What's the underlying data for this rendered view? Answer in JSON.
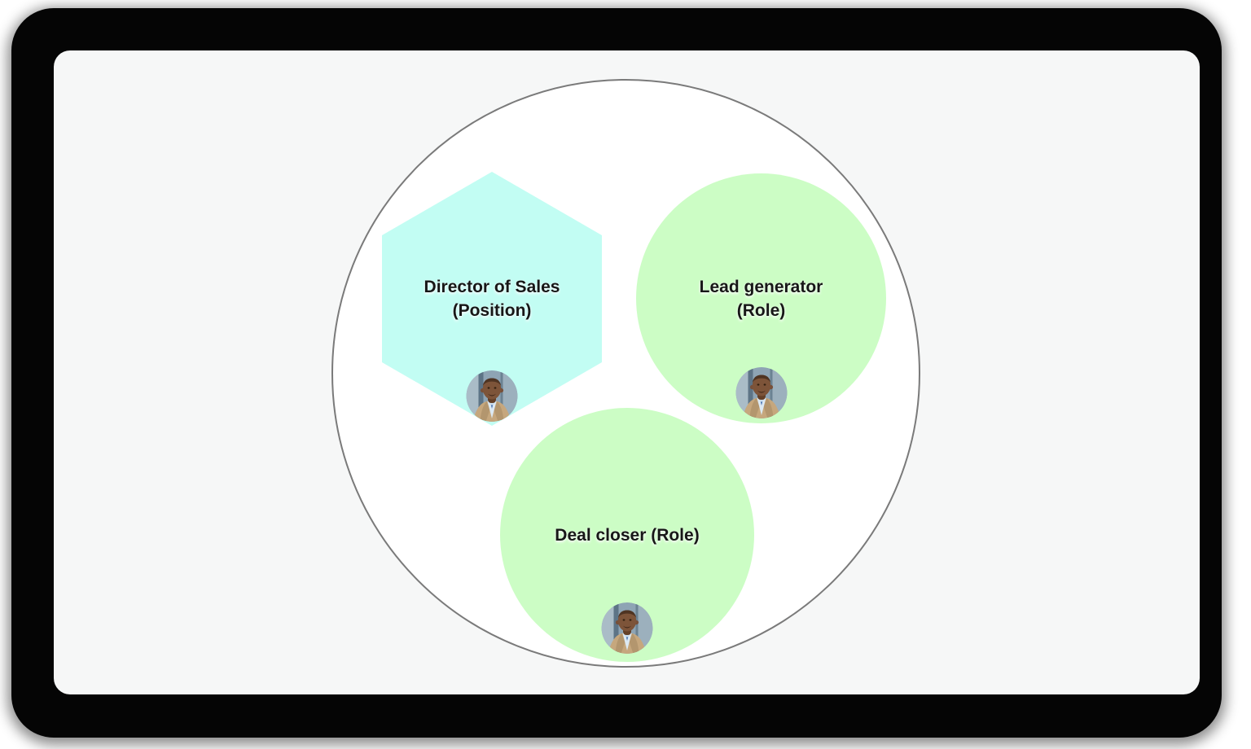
{
  "colors": {
    "frame": "#050505",
    "canvas_bg": "#f6f7f7",
    "outer_circle_fill": "#ffffff",
    "outer_circle_border": "#7a7a7a",
    "position_hexagon": "#c2fdf3",
    "role_circle": "#ccfdc5",
    "label_text": "#171717",
    "avatar_bg": "#8ea4b4",
    "avatar_jacket": "#c6a77d"
  },
  "diagram": {
    "nodes": {
      "position": {
        "label": "Director of Sales\n(Position)",
        "shape": "hexagon"
      },
      "lead_generator": {
        "label": "Lead generator\n(Role)",
        "shape": "circle"
      },
      "deal_closer": {
        "label": "Deal closer (Role)",
        "shape": "circle"
      }
    },
    "avatar_icon": "man-portrait-avatar",
    "member_count": 3
  }
}
